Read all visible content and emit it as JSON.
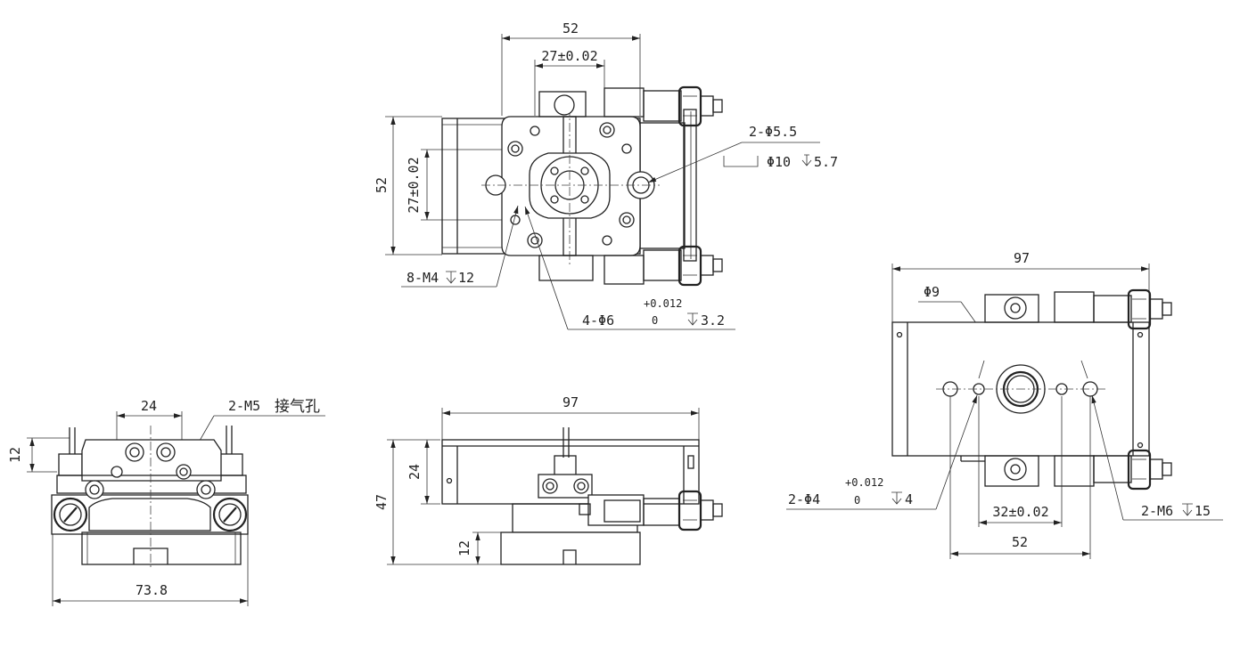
{
  "top_view": {
    "dim_width": "52",
    "dim_tol_horizontal": "27±0.02",
    "dim_height": "52",
    "dim_tol_vertical": "27±0.02",
    "callout_holes_a": "2-Φ5.5",
    "callout_counterbore": "Φ10",
    "callout_counterbore_depth": "5.7",
    "callout_thread": "8-M4",
    "callout_thread_depth": "12",
    "callout_pin": "4-Φ6",
    "callout_pin_tol_upper": "+0.012",
    "callout_pin_tol_lower": "0",
    "callout_pin_depth": "3.2"
  },
  "side_left": {
    "dim_pitch": "24",
    "callout_port": "2-M5",
    "callout_port_note": "接气孔",
    "dim_height": "12",
    "dim_width": "73.8"
  },
  "front_view": {
    "dim_length": "97",
    "dim_height_total": "47",
    "dim_height_upper": "24",
    "dim_height_base": "12"
  },
  "bottom_view": {
    "dim_length": "97",
    "callout_center": "Φ9",
    "callout_pin": "2-Φ4",
    "callout_pin_tol_upper": "+0.012",
    "callout_pin_tol_lower": "0",
    "callout_pin_depth": "4",
    "dim_tol": "32±0.02",
    "callout_thread": "2-M6",
    "callout_thread_depth": "15",
    "dim_pitch": "52"
  }
}
